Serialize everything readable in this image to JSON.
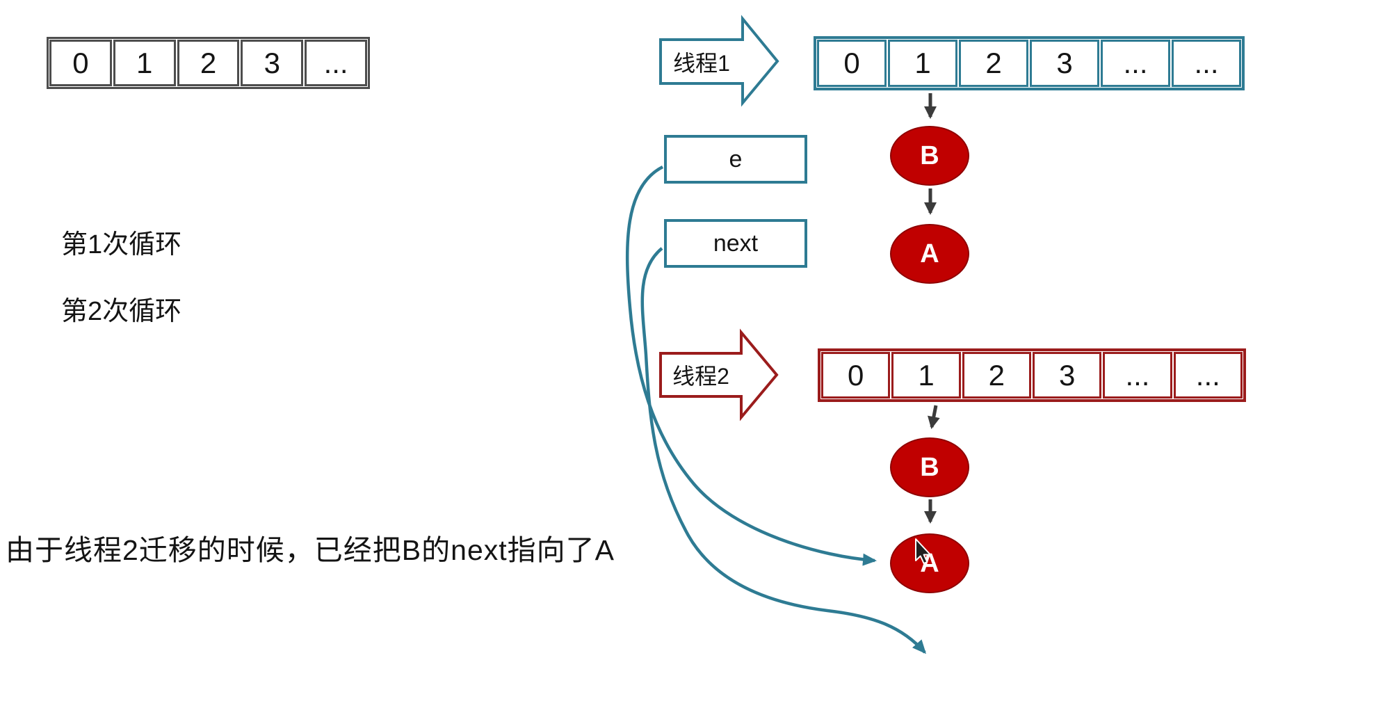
{
  "diagram": {
    "base_array": {
      "cells": [
        "0",
        "1",
        "2",
        "3",
        "..."
      ]
    },
    "loop_labels": {
      "loop1": "第1次循环",
      "loop2": "第2次循环"
    },
    "note": "由于线程2迁移的时候，已经把B的next指向了A",
    "pointers": {
      "e": "e",
      "next": "next"
    },
    "thread1": {
      "label": "线程1",
      "cells": [
        "0",
        "1",
        "2",
        "3",
        "...",
        "..."
      ],
      "node_b": "B",
      "node_a": "A"
    },
    "thread2": {
      "label": "线程2",
      "cells": [
        "0",
        "1",
        "2",
        "3",
        "...",
        "..."
      ],
      "node_b": "B",
      "node_a": "A"
    },
    "colors": {
      "teal": "#2E7B93",
      "dark_red": "#9B1C1C",
      "node_fill": "#C00000",
      "node_border": "#8F0000",
      "gray_border": "#4D4D4D",
      "connector_arrow": "#3B3B3B",
      "text": "#141414"
    }
  }
}
